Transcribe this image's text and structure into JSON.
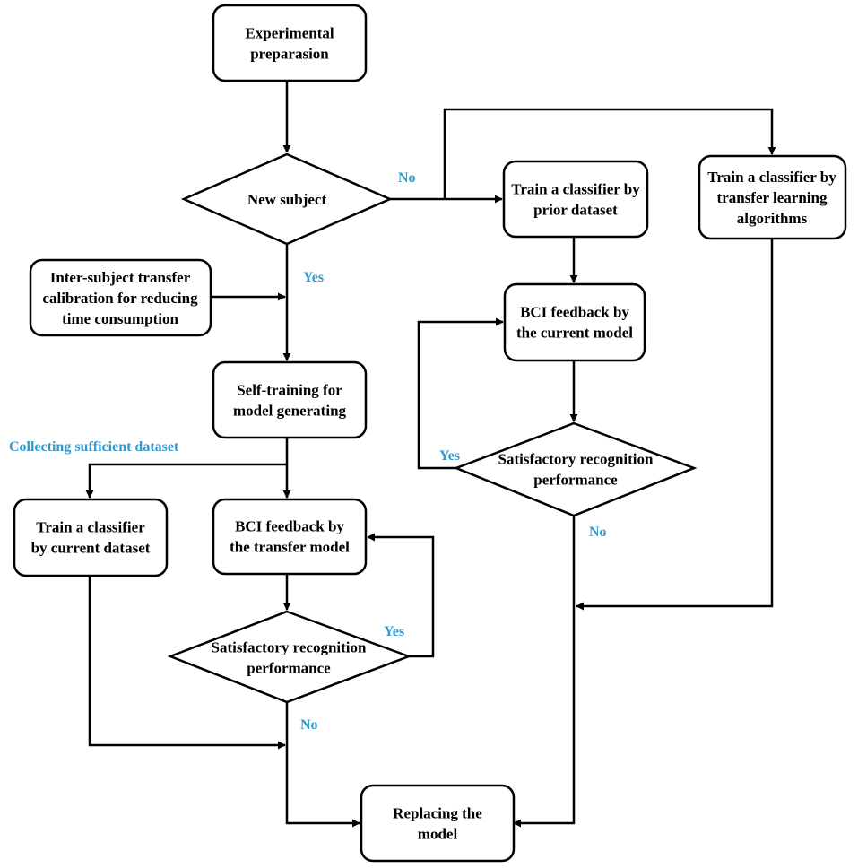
{
  "colors": {
    "label": "#3399cc",
    "stroke": "#000000",
    "fill": "#ffffff"
  },
  "nodes": {
    "experimental_preparation": [
      "Experimental",
      "preparasion"
    ],
    "new_subject": [
      "New subject"
    ],
    "inter_subject": [
      "Inter-subject transfer",
      "calibration for reducing",
      "time consumption"
    ],
    "self_training": [
      "Self-training for",
      "model generating"
    ],
    "train_current": [
      "Train a classifier",
      "by current dataset"
    ],
    "bci_transfer": [
      "BCI feedback by",
      "the transfer model"
    ],
    "satisfactory_left": [
      "Satisfactory recognition",
      "performance"
    ],
    "replacing_model": [
      "Replacing the",
      "model"
    ],
    "train_prior": [
      "Train a classifier by",
      "prior dataset"
    ],
    "bci_current": [
      "BCI feedback by",
      "the current model"
    ],
    "satisfactory_right": [
      "Satisfactory recognition",
      "performance"
    ],
    "train_transfer": [
      "Train a classifier by",
      "transfer learning",
      "algorithms"
    ]
  },
  "labels": {
    "no_new_subject": "No",
    "yes_new_subject": "Yes",
    "collecting": "Collecting sufficient dataset",
    "yes_left_loop": "Yes",
    "no_left": "No",
    "yes_right_loop": "Yes",
    "no_right": "No"
  }
}
